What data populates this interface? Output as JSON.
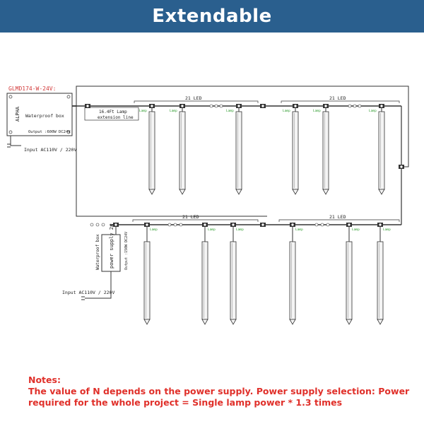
{
  "header": {
    "title": "Extendable"
  },
  "diagram": {
    "model_label": "GLMD174-W-24V:",
    "box1": {
      "brand": "ALPHA",
      "label": "Waterproof box",
      "output": "Output :600W DC24V"
    },
    "input_label": "Input AC110V / 220V",
    "extension_label_line1": "16.4Ft Lamp",
    "extension_label_line2": "extension line",
    "led_label": "21 LED",
    "lamp_tag": "Lamp",
    "box2": {
      "title": "Waterproof box",
      "label": "power supply 2#",
      "output": "Output :150W DC24V"
    },
    "input2_label": "Input AC110V / 220V"
  },
  "notes": {
    "heading": "Notes:",
    "line1": "The value of N depends on the power supply. Power supply selection: Power",
    "line2": "required for the whole project = Single lamp power * 1.3 times"
  }
}
